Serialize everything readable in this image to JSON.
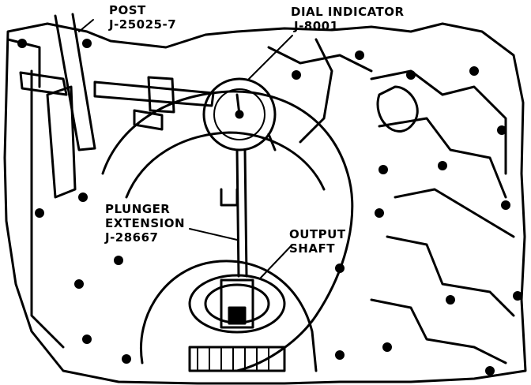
{
  "labels": {
    "post": {
      "name": "POST",
      "part": "J-25025-7"
    },
    "dial_indicator": {
      "name": "DIAL INDICATOR",
      "part": "J-8001"
    },
    "plunger_extension": {
      "line1": "PLUNGER",
      "line2": "EXTENSION",
      "part": "J-28667"
    },
    "output_shaft": {
      "line1": "OUTPUT",
      "line2": "SHAFT"
    }
  },
  "colors": {
    "ink": "#000000",
    "paper": "#ffffff"
  }
}
